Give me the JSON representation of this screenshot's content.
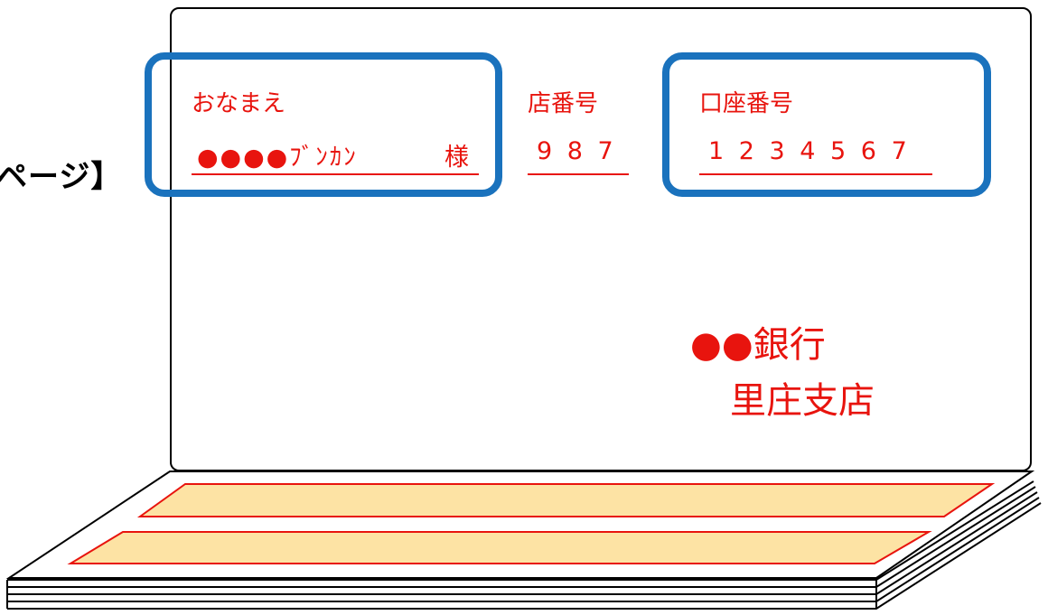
{
  "page_label": "ページ】",
  "passbook": {
    "name_label": "おなまえ",
    "name_value": "●●●●ﾌﾞﾝｶﾝ",
    "honorific": "様",
    "branch_label": "店番号",
    "branch_value": "9 8 7",
    "account_label": "口座番号",
    "account_value": "1 2 3 4 5 6 7",
    "bank_line1": "●●銀行",
    "bank_line2": "里庄支店"
  },
  "colors": {
    "text_red": "#e8140e",
    "highlight_blue": "#1a72bd",
    "stripe_fill": "#fde3a4"
  }
}
